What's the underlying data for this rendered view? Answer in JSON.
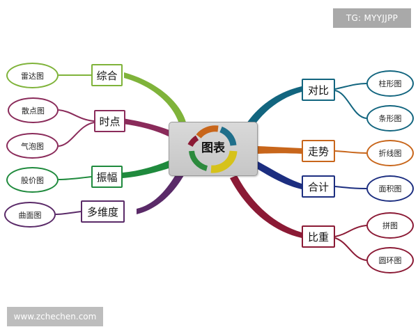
{
  "center": {
    "label": "图表"
  },
  "branches": {
    "left": [
      {
        "label": "综合",
        "color": "#7fb33a",
        "leaves": [
          "雷达图"
        ]
      },
      {
        "label": "时点",
        "color": "#8a2b5a",
        "leaves": [
          "散点图",
          "气泡图"
        ]
      },
      {
        "label": "振幅",
        "color": "#1f8a3d",
        "leaves": [
          "股价图"
        ]
      },
      {
        "label": "多维度",
        "color": "#5a2a68",
        "leaves": [
          "曲面图"
        ]
      }
    ],
    "right": [
      {
        "label": "对比",
        "color": "#12657f",
        "leaves": [
          "柱形图",
          "条形图"
        ]
      },
      {
        "label": "走势",
        "color": "#c8661b",
        "leaves": [
          "折线图"
        ]
      },
      {
        "label": "合计",
        "color": "#1c2e80",
        "leaves": [
          "面积图"
        ]
      },
      {
        "label": "比重",
        "color": "#8b1a35",
        "leaves": [
          "拼图",
          "圆环图"
        ]
      }
    ]
  },
  "watermarks": {
    "top": "TG: MYYJJPP",
    "bottom": "www.zchechen.com"
  }
}
